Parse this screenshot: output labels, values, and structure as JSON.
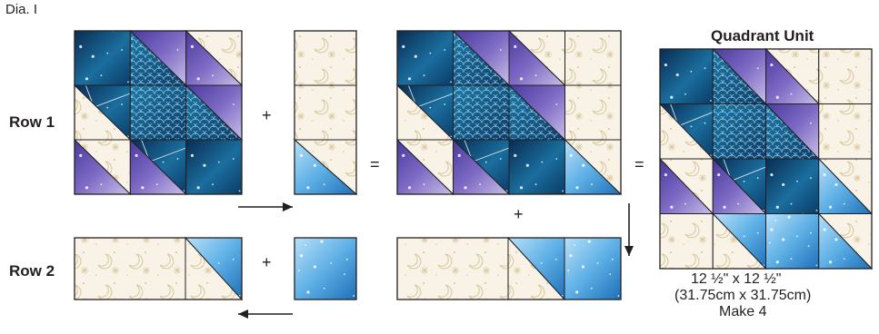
{
  "diagram": {
    "figure_label": "Dia. I",
    "row_labels": [
      "Row 1",
      "Row 2"
    ],
    "operators": {
      "plus": "+",
      "equals": "="
    },
    "result": {
      "title": "Quadrant Unit",
      "size_in": "12 ½\" x 12 ½\"",
      "size_cm": "(31.75cm x 31.75cm)",
      "make": "Make 4"
    },
    "colors": {
      "cream": "#f8f3e6",
      "motif": "#d9c69a",
      "navy": "#0b3b66",
      "teal": "#1a6e9e",
      "purple": "#6a4fb0",
      "lavender": "#a99ad6",
      "sky": "#5eb0e6",
      "outline": "#231f20"
    },
    "fabrics": [
      "cream-motif",
      "dark-galaxy",
      "scale-pattern",
      "purple-galaxy",
      "sky-blue-galaxy"
    ]
  }
}
